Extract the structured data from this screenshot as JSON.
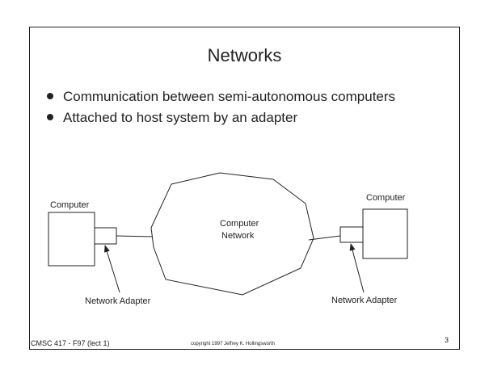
{
  "slide": {
    "title": "Networks",
    "bullets": [
      "Communication between semi-autonomous computers",
      "Attached to host system by an adapter"
    ]
  },
  "diagram": {
    "left_computer_label": "Computer",
    "right_computer_label": "Computer",
    "network_label_line1": "Computer",
    "network_label_line2": "Network",
    "left_adapter_label": "Network Adapter",
    "right_adapter_label": "Network Adapter"
  },
  "footer": {
    "course": "CMSC 417 - F97  (lect 1)",
    "copyright": "copyright 1997  Jeffrey K. Hollingsworth",
    "page_number": "3"
  }
}
